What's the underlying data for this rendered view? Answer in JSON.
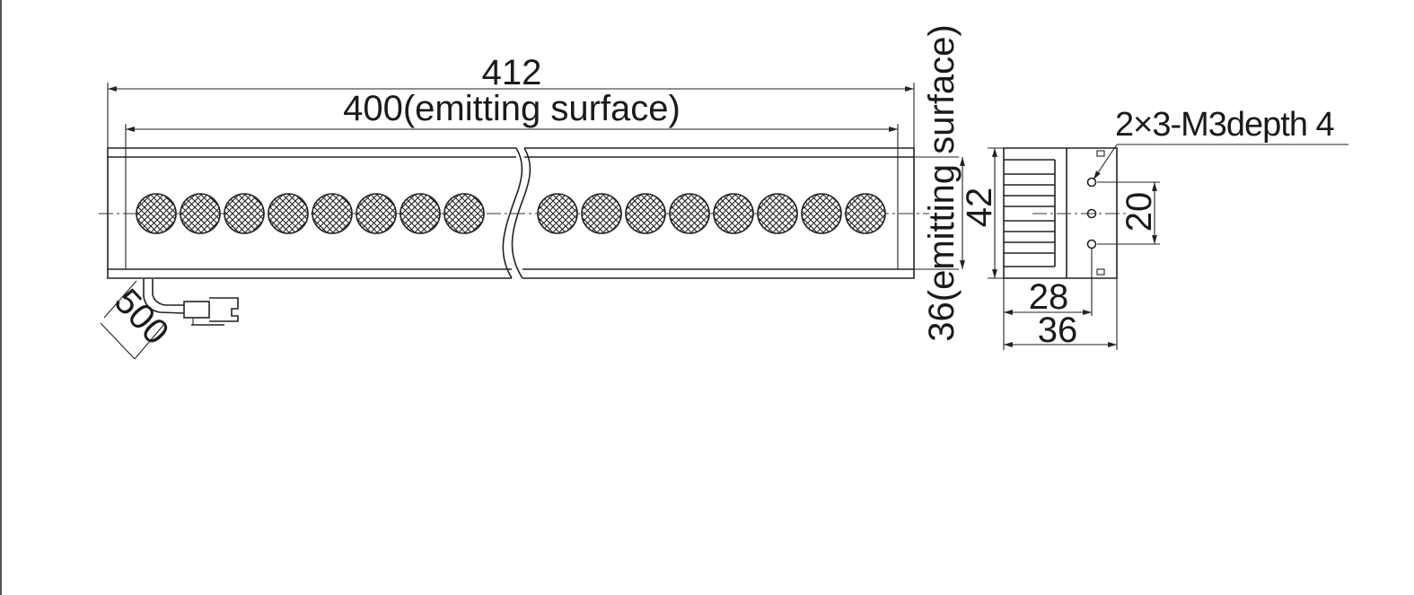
{
  "drawing": {
    "dimensions": {
      "overall_length": "412",
      "emitting_length": "400(emitting surface)",
      "cable_length": "500",
      "emitting_width": "36(emitting surface)",
      "body_height": "42",
      "hole_pitch": "20",
      "hole_offset": "28",
      "depth": "36"
    },
    "notes": {
      "mount_holes": "2×3-M3depth 4"
    },
    "led_count_left": 8,
    "led_count_right": 8,
    "colors": {
      "line": "#222222",
      "background": "#ffffff"
    }
  }
}
